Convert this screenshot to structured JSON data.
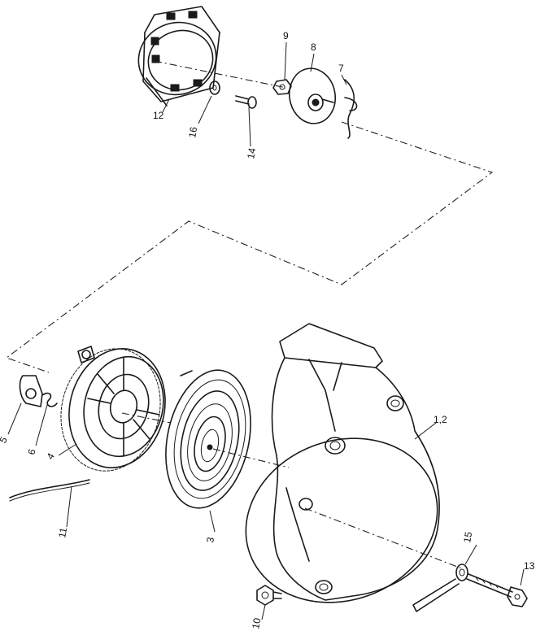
{
  "diagram": {
    "type": "exploded-parts-view",
    "colors": {
      "ink": "#1a1a1a",
      "background": "#ffffff"
    },
    "callouts": [
      {
        "id": "housing",
        "label": "1,2"
      },
      {
        "id": "spring",
        "label": "3"
      },
      {
        "id": "reel",
        "label": "4"
      },
      {
        "id": "pawl",
        "label": "5"
      },
      {
        "id": "pawl-spring",
        "label": "6"
      },
      {
        "id": "friction-spring",
        "label": "7"
      },
      {
        "id": "friction-plate",
        "label": "8"
      },
      {
        "id": "nut",
        "label": "9"
      },
      {
        "id": "flange-nut",
        "label": "10"
      },
      {
        "id": "rope",
        "label": "11"
      },
      {
        "id": "pulley",
        "label": "12"
      },
      {
        "id": "bolt",
        "label": "13"
      },
      {
        "id": "small-bolt",
        "label": "14"
      },
      {
        "id": "washer",
        "label": "15"
      },
      {
        "id": "small-washer",
        "label": "16"
      }
    ]
  }
}
